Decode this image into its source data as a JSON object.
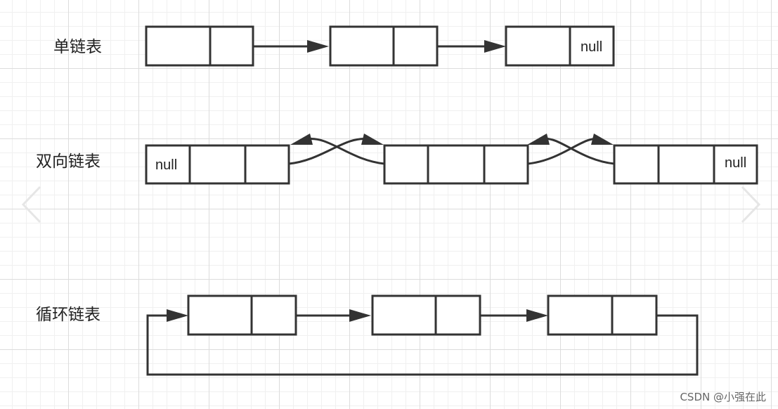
{
  "diagram": {
    "rows": [
      {
        "label": "单链表",
        "type": "singly"
      },
      {
        "label": "双向链表",
        "type": "doubly"
      },
      {
        "label": "循环链表",
        "type": "circular"
      }
    ],
    "null_text": "null",
    "colors": {
      "stroke": "#333333",
      "grid_major": "#dcdcdc",
      "grid_minor": "#f0f0f0",
      "background": "#ffffff",
      "chevron": "#e6e6e6"
    }
  },
  "nav": {
    "prev_icon": "chevron-left-icon",
    "next_icon": "chevron-right-icon"
  },
  "watermark": "CSDN @小强在此"
}
